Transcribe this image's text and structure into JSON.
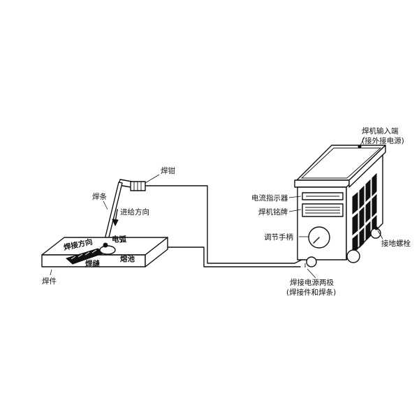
{
  "labels": {
    "machine_input": [
      "焊机输入端",
      "(接外接电源)"
    ],
    "current_indicator": "电流指示器",
    "nameplate": "焊机铭牌",
    "adjust_handle": "调节手柄",
    "ground_bolt": "接地螺栓",
    "output_poles": [
      "焊接电源两极",
      "(焊接件和焊条)"
    ],
    "electrode_holder": "焊钳",
    "electrode": "焊条",
    "feed_direction": "进给方向",
    "weld_direction": "焊接方向",
    "arc": "电弧",
    "weld_seam": "焊缝",
    "weld_pool": "熔池",
    "workpiece": "焊件"
  }
}
